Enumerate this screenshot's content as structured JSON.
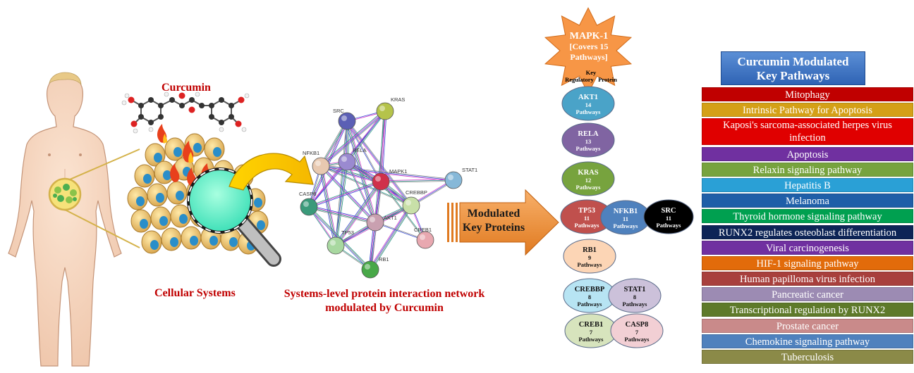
{
  "left": {
    "curcumin_label": "Curcumin",
    "cellular_label": "Cellular Systems",
    "network_caption_1": "Systems-level protein interaction network",
    "network_caption_2": "modulated by Curcumin"
  },
  "network": {
    "nodes": [
      "SRC",
      "KRAS",
      "NFKB1",
      "RELA",
      "MAPK1",
      "STAT1",
      "CASP8",
      "CREBBP",
      "AKT1",
      "CREB1",
      "TP53",
      "RB1"
    ]
  },
  "arrow_label_1": "Modulated",
  "arrow_label_2": "Key Proteins",
  "mapk": {
    "title": "MAPK-1",
    "line2": "[Covers 15",
    "line3": "Pathways]",
    "note1": "Key",
    "note2": "Regulatory   Protein"
  },
  "proteins": [
    {
      "name": "AKT1",
      "count": "14",
      "unit": "Pathways",
      "color": "#4aa3c8"
    },
    {
      "name": "RELA",
      "count": "13",
      "unit": "Pathways",
      "color": "#8064a2"
    },
    {
      "name": "KRAS",
      "count": "12",
      "unit": "Pathways",
      "color": "#77a33e"
    },
    {
      "name": "TP53",
      "count": "11",
      "unit": "Pathways",
      "color": "#c0504d"
    },
    {
      "name": "NFKB1",
      "count": "11",
      "unit": "Pathways",
      "color": "#4f81bd"
    },
    {
      "name": "SRC",
      "count": "11",
      "unit": "Pathways",
      "color": "#000000"
    },
    {
      "name": "RB1",
      "count": "9",
      "unit": "Pathways",
      "color": "#fcd5b5"
    },
    {
      "name": "CREBBP",
      "count": "8",
      "unit": "Pathways",
      "color": "#b7e4f3"
    },
    {
      "name": "STAT1",
      "count": "8",
      "unit": "Pathways",
      "color": "#ccc1da"
    },
    {
      "name": "CREB1",
      "count": "7",
      "unit": "Pathways",
      "color": "#d7e4bd"
    },
    {
      "name": "CASP8",
      "count": "7",
      "unit": "Pathways",
      "color": "#f2cfd4"
    }
  ],
  "pathways_title_1": "Curcumin Modulated",
  "pathways_title_2": "Key Pathways",
  "pathways": [
    {
      "label": "Mitophagy",
      "color": "#c00000"
    },
    {
      "label": "Intrinsic Pathway for Apoptosis",
      "color": "#d4a017"
    },
    {
      "label": "Kaposi's sarcoma-associated herpes virus infection",
      "color": "#e00000"
    },
    {
      "label": "Apoptosis",
      "color": "#7030a0"
    },
    {
      "label": "Relaxin signaling pathway",
      "color": "#77a33e"
    },
    {
      "label": "Hepatitis B",
      "color": "#2aa0d6"
    },
    {
      "label": "Melanoma",
      "color": "#1f5fa8"
    },
    {
      "label": "Thyroid hormone signaling pathway",
      "color": "#00a050"
    },
    {
      "label": "RUNX2 regulates osteoblast differentiation",
      "color": "#0d2456"
    },
    {
      "label": "Viral carcinogenesis",
      "color": "#7030a0"
    },
    {
      "label": "HIF-1 signaling pathway",
      "color": "#e26b0a"
    },
    {
      "label": "Human papilloma virus infection",
      "color": "#a8403d"
    },
    {
      "label": "Pancreatic cancer",
      "color": "#9c8bb3"
    },
    {
      "label": "Transcriptional regulation by RUNX2",
      "color": "#5e7a2a"
    },
    {
      "label": "Prostate cancer",
      "color": "#c98a8a"
    },
    {
      "label": "Chemokine signaling pathway",
      "color": "#4f81bd"
    },
    {
      "label": "Tuberculosis",
      "color": "#8b8a48"
    }
  ]
}
